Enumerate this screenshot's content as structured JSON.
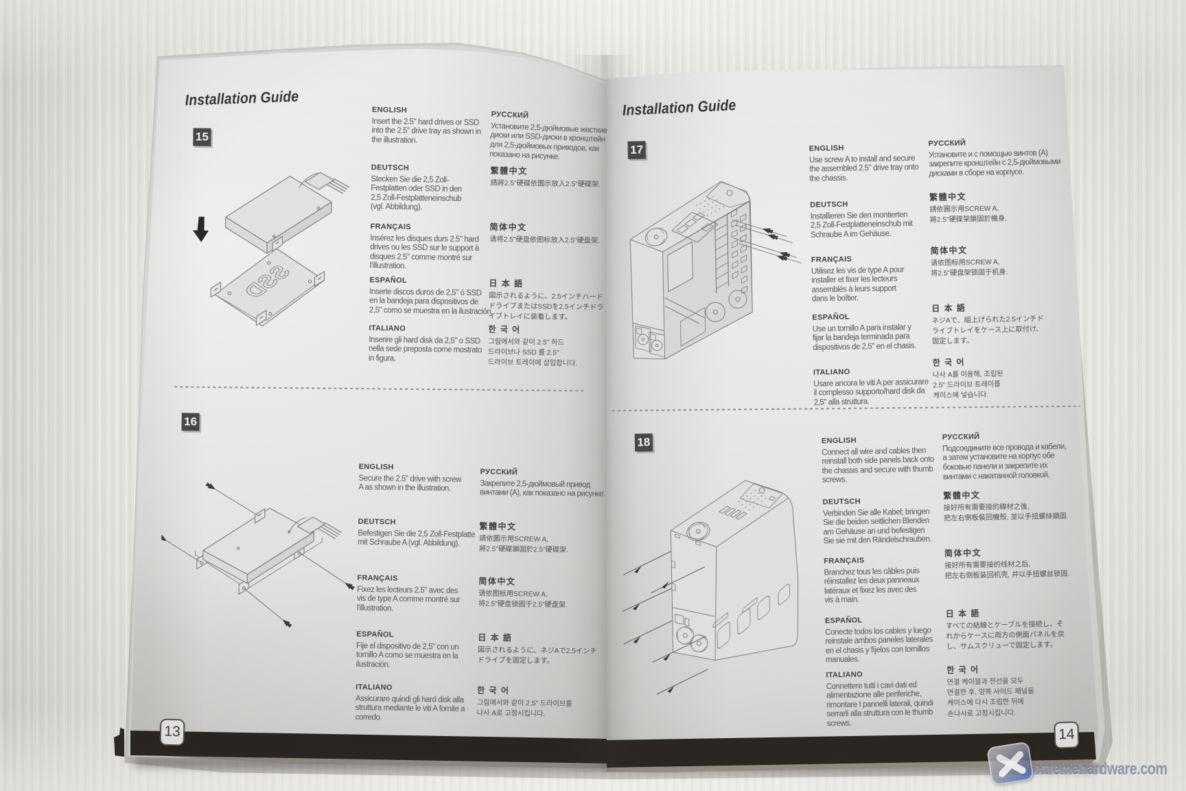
{
  "left_page": {
    "title": "Installation Guide",
    "page_number": "13",
    "steps": [
      {
        "number": "15",
        "illustration": "2.5-inch drive lowered into SSD tray",
        "tray_label": "SSD",
        "col_left": [
          {
            "label": "ENGLISH",
            "text": "Insert the 2.5\" hard drives or SSD\ninto the 2.5\" drive tray as shown in\nthe illustration."
          },
          {
            "label": "DEUTSCH",
            "text": "Stecken Sie die 2,5 Zoll-\nFestplatten oder SSD in den\n2,5 Zoll-Festplatteneinschub\n(vgl. Abbildung)."
          },
          {
            "label": "FRANÇAIS",
            "text": "Insérez les disques durs 2.5\" hard\ndrives ou les SSD sur le support à\ndisques 2.5\" comme montré sur\nl'illustration."
          },
          {
            "label": "ESPAÑOL",
            "text": "Inserte discos duros de 2,5\" ó SSD\nen la bandeja para dispositivos de\n2,5\" como se muestra en la ilustración."
          },
          {
            "label": "ITALIANO",
            "text": "Inserire gli hard disk da 2,5\" o SSD\nnella sede preposta come mostrato\nin figura."
          }
        ],
        "col_right": [
          {
            "label": "РУССКИЙ",
            "text": "Установите 2,5-дюймовые жесткие\nдиски или SSD-диски в кронштейн\nдля 2,5-дюймовых приводов, как\nпоказано на рисунке."
          },
          {
            "label": "繁體中文",
            "text": "請將2.5\"硬碟依圖示放入2.5\"硬碟架."
          },
          {
            "label": "简体中文",
            "text": "请将2.5\"硬盘依图标放入2.5\"硬盘架."
          },
          {
            "label": "日 本 語",
            "text": "図示されるように、2.5インチハード\nドライブまたはSSDを2.5インチドラ\nイブトレイに装着します。"
          },
          {
            "label": "한 국 어",
            "text": "그림에서와 같이 2.5\" 하드\n드라이브나 SSD 를 2.5\"\n드라이브 트레이에 삽입합니다."
          }
        ]
      },
      {
        "number": "16",
        "illustration": "2.5-inch drive secured to tray with four screws A",
        "col_left": [
          {
            "label": "ENGLISH",
            "text": "Secure the 2.5\" drive with screw\nA as shown in the illustration."
          },
          {
            "label": "DEUTSCH",
            "text": "Befestigen Sie die 2,5 Zoll-Festplatte\nmit Schraube A (vgl. Abbildung)."
          },
          {
            "label": "FRANÇAIS",
            "text": "Fixez les lecteurs 2.5\" avec des\nvis de type A comme montré sur\nl'illustration."
          },
          {
            "label": "ESPAÑOL",
            "text": "Fije el dispositivo de 2,5\" con un\ntornillo A como se muestra en la\nilustración."
          },
          {
            "label": "ITALIANO",
            "text": "Assicurare quindi gli hard disk alla\nstruttura mediante le viti A fornite a\ncorredo."
          }
        ],
        "col_right": [
          {
            "label": "РУССКИЙ",
            "text": "Закрепите 2,5-дюймовый привод\nвинтами (А), как показано на рисунке."
          },
          {
            "label": "繁體中文",
            "text": "請依圖示用SCREW A,\n將2.5\"硬碟鎖固於2.5\"硬碟架."
          },
          {
            "label": "简体中文",
            "text": "请依图标用SCREW A,\n将2.5\"硬盘锁固于2.5\"硬盘架."
          },
          {
            "label": "日 本 語",
            "text": "図示されるように、ネジAで2.5インチ\nドライブを固定します。"
          },
          {
            "label": "한 국 어",
            "text": "그림에서와 같이 2.5\" 드라이브를\n나사 A로 고정시킵니다."
          }
        ]
      }
    ]
  },
  "right_page": {
    "title": "Installation Guide",
    "page_number": "14",
    "steps": [
      {
        "number": "17",
        "illustration": "drive tray installed into chassis with screws A",
        "col_left": [
          {
            "label": "ENGLISH",
            "text": "Use screw A to install and secure\nthe assembled 2.5\" drive tray onto\nthe chassis."
          },
          {
            "label": "DEUTSCH",
            "text": "Installieren Sie den montierten\n2,5 Zoll-Festplatteneinschub mit\nSchraube A im Gehäuse."
          },
          {
            "label": "FRANÇAIS",
            "text": "Utilisez les vis de type A pour\ninstaller et fixer les lecteurs\nassemblés à leurs support\ndans le boîtier."
          },
          {
            "label": "ESPAÑOL",
            "text": "Use un tornillo A para instalar y\nfijar la bandeja terminada para\ndispositivos de 2,5\" en el chasis."
          },
          {
            "label": "ITALIANO",
            "text": "Usare ancora le viti A per assicurare\nil complesso supporto/hard disk da\n2,5\" alla struttura."
          }
        ],
        "col_right": [
          {
            "label": "РУССКИЙ",
            "text": "Установите и с помощью винтов (А)\nзакрепите кронштейн с 2,5-дюймовыми\nдисками в сборе на корпусе."
          },
          {
            "label": "繁體中文",
            "text": "請依圖示用SCREW A,\n將2.5\"硬碟架鎖固於機身."
          },
          {
            "label": "简体中文",
            "text": "请依图标用SCREW A,\n将2.5\"硬盘架锁固于机身."
          },
          {
            "label": "日 本 語",
            "text": "ネジAで、組上げられた2.5インチド\nライブトレイをケース上に取付け、\n固定します。"
          },
          {
            "label": "한 국 어",
            "text": "나사 A를 이용해, 조립된\n2.5\" 드라이브 트레이를\n케이스에 넣습니다."
          }
        ]
      },
      {
        "number": "18",
        "illustration": "side panels reinstalled and secured with thumb screws",
        "col_left": [
          {
            "label": "ENGLISH",
            "text": "Connect all wire and cables then\nreinstall both side panels back onto\nthe chassis and secure with thumb\nscrews."
          },
          {
            "label": "DEUTSCH",
            "text": "Verbinden Sie alle Kabel; bringen\nSie die beiden seitlichen Blenden\nam Gehäuse an und befestigen\nSie sie mit den Rändelschrauben."
          },
          {
            "label": "FRANÇAIS",
            "text": "Branchez tous les câbles puis\nréinstallez les deux panneaux\nlatéraux et fixez les avec des\nvis à main."
          },
          {
            "label": "ESPAÑOL",
            "text": "Conecte todos los cables y luego\nreinstale ambos paneles laterales\nen el chasis y fíjelos con tornillos\nmanuales."
          },
          {
            "label": "ITALIANO",
            "text": "Connettere tutti i cavi dati ed\nalimentazione alle periferiche,\nrimontare I pannelli laterali, quindi\nserrarli alla struttura con le thumb\nscrews."
          }
        ],
        "col_right": [
          {
            "label": "РУССКИЙ",
            "text": "Подсоедините все провода и кабели,\nа затем установите на корпус обе\nбоковые панели и закрепите их\nвинтами с накатанной головкой."
          },
          {
            "label": "繁體中文",
            "text": "接好所有需要接的線材之後,\n把左右側板裝回機殼, 並以手扭螺絲鎖固."
          },
          {
            "label": "简体中文",
            "text": "接好所有需要接的线材之后,\n把左右侧板装回机壳, 并以手扭螺丝锁固."
          },
          {
            "label": "日 本 語",
            "text": "すべての結線とケーブルを接続し、そ\nれからケースに両方の側面パネルを戻\nし、サムスクリューで固定します。"
          },
          {
            "label": "한 국 어",
            "text": "연결 케이블과 전선을 모두\n연결한 후, 양쪽 사이드 패널을\n케이스에 다시 조립한 뒤에\n손나사로 고정시킵니다."
          }
        ]
      }
    ]
  },
  "watermark": {
    "text": "xtremehardware.com",
    "icon": "x-logo"
  }
}
